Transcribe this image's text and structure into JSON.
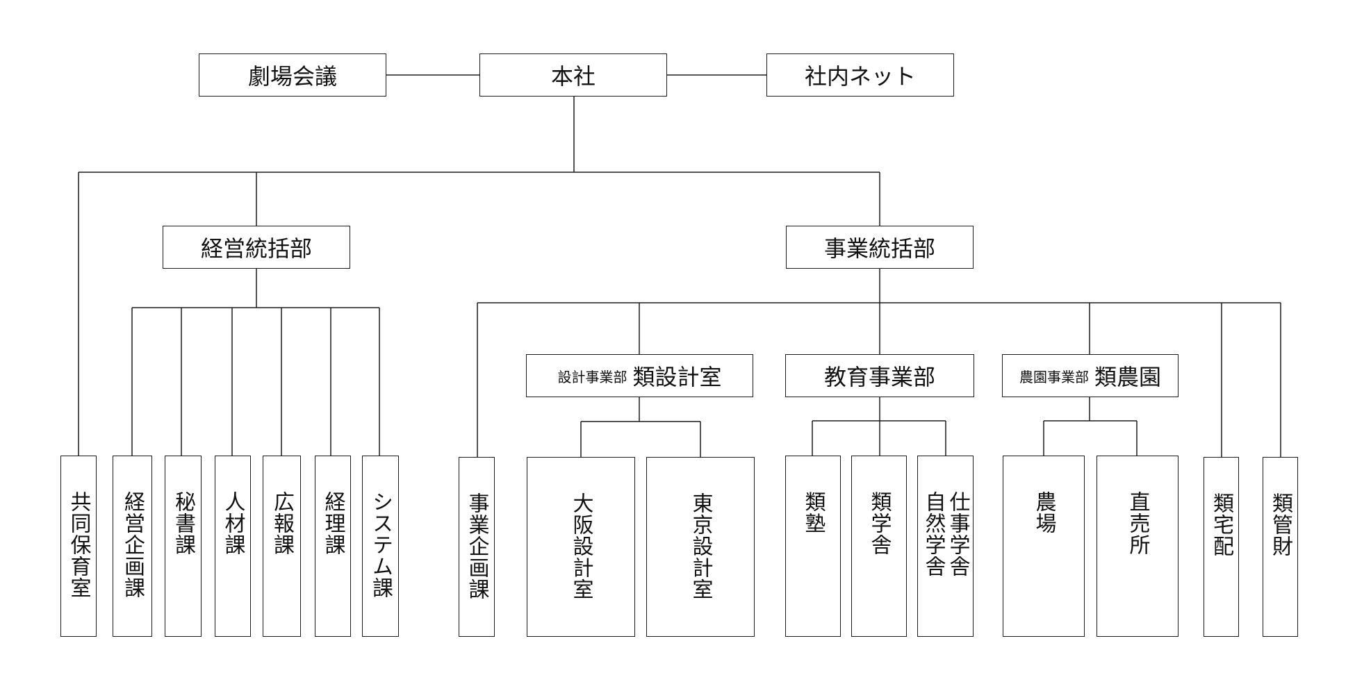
{
  "top": {
    "center": "本社",
    "left": "劇場会議",
    "right": "社内ネット"
  },
  "divisions": {
    "management": "経営統括部",
    "business": "事業統括部"
  },
  "departments": {
    "design_prefix": "設計事業部",
    "design": "類設計室",
    "education": "教育事業部",
    "agri_prefix": "農園事業部",
    "agri": "類農園"
  },
  "leaves": {
    "daycare": "共同保育室",
    "mgmt_planning": "経営企画課",
    "secretary": "秘書課",
    "hr": "人材課",
    "pr": "広報課",
    "accounting": "経理課",
    "system": "システム課",
    "biz_planning": "事業企画課",
    "osaka": "大阪設計室",
    "tokyo": "東京設計室",
    "juku": "類塾",
    "gakusha": "類学舎",
    "shigoto_col1": "仕事学舎",
    "shigoto_col2": "自然学舎",
    "farm": "農場",
    "direct_sales": "直売所",
    "delivery": "類宅配",
    "kanzai": "類管財"
  }
}
